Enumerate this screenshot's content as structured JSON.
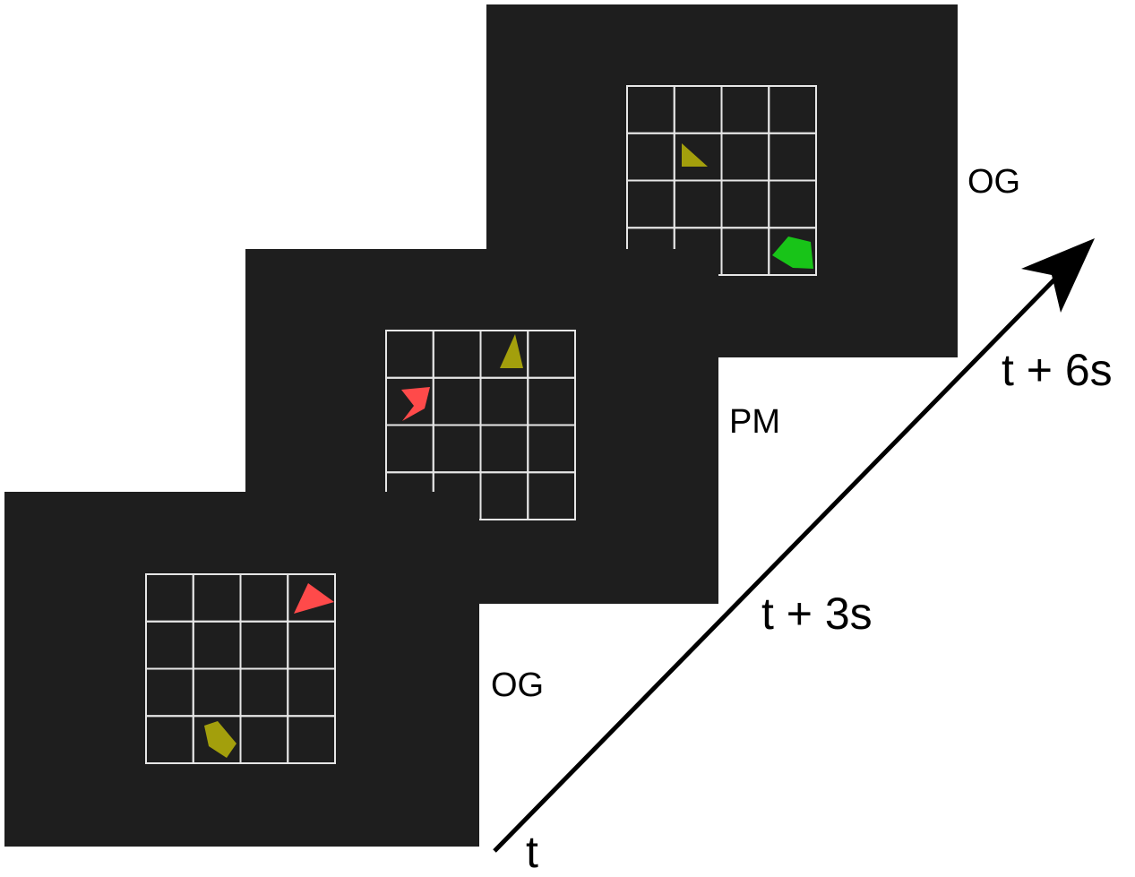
{
  "colors": {
    "background": "#ffffff",
    "screen": "#1e1e1e",
    "grid_line": "#e6e6e6",
    "olive": "#a39f0c",
    "red": "#ff4a4a",
    "green": "#18c418",
    "arrow": "#000000",
    "text": "#000000"
  },
  "grid": {
    "rows": 4,
    "cols": 4
  },
  "screens": [
    {
      "label": "OG",
      "stimuli": [
        {
          "shape": "triangle",
          "color": "red",
          "row": 0,
          "col": 3
        },
        {
          "shape": "pentagon",
          "color": "olive",
          "row": 3,
          "col": 1
        }
      ]
    },
    {
      "label": "PM",
      "stimuli": [
        {
          "shape": "chevron",
          "color": "red",
          "row": 1,
          "col": 0
        },
        {
          "shape": "triangle",
          "color": "olive",
          "row": 0,
          "col": 2
        }
      ]
    },
    {
      "label": "OG",
      "stimuli": [
        {
          "shape": "right-triangle",
          "color": "olive",
          "row": 1,
          "col": 1
        },
        {
          "shape": "pentagon",
          "color": "green",
          "row": 3,
          "col": 3
        }
      ]
    }
  ],
  "timeline": {
    "arrow_icon": "arrow-up-right-icon",
    "labels": [
      "t",
      "t + 3s",
      "t + 6s"
    ]
  }
}
